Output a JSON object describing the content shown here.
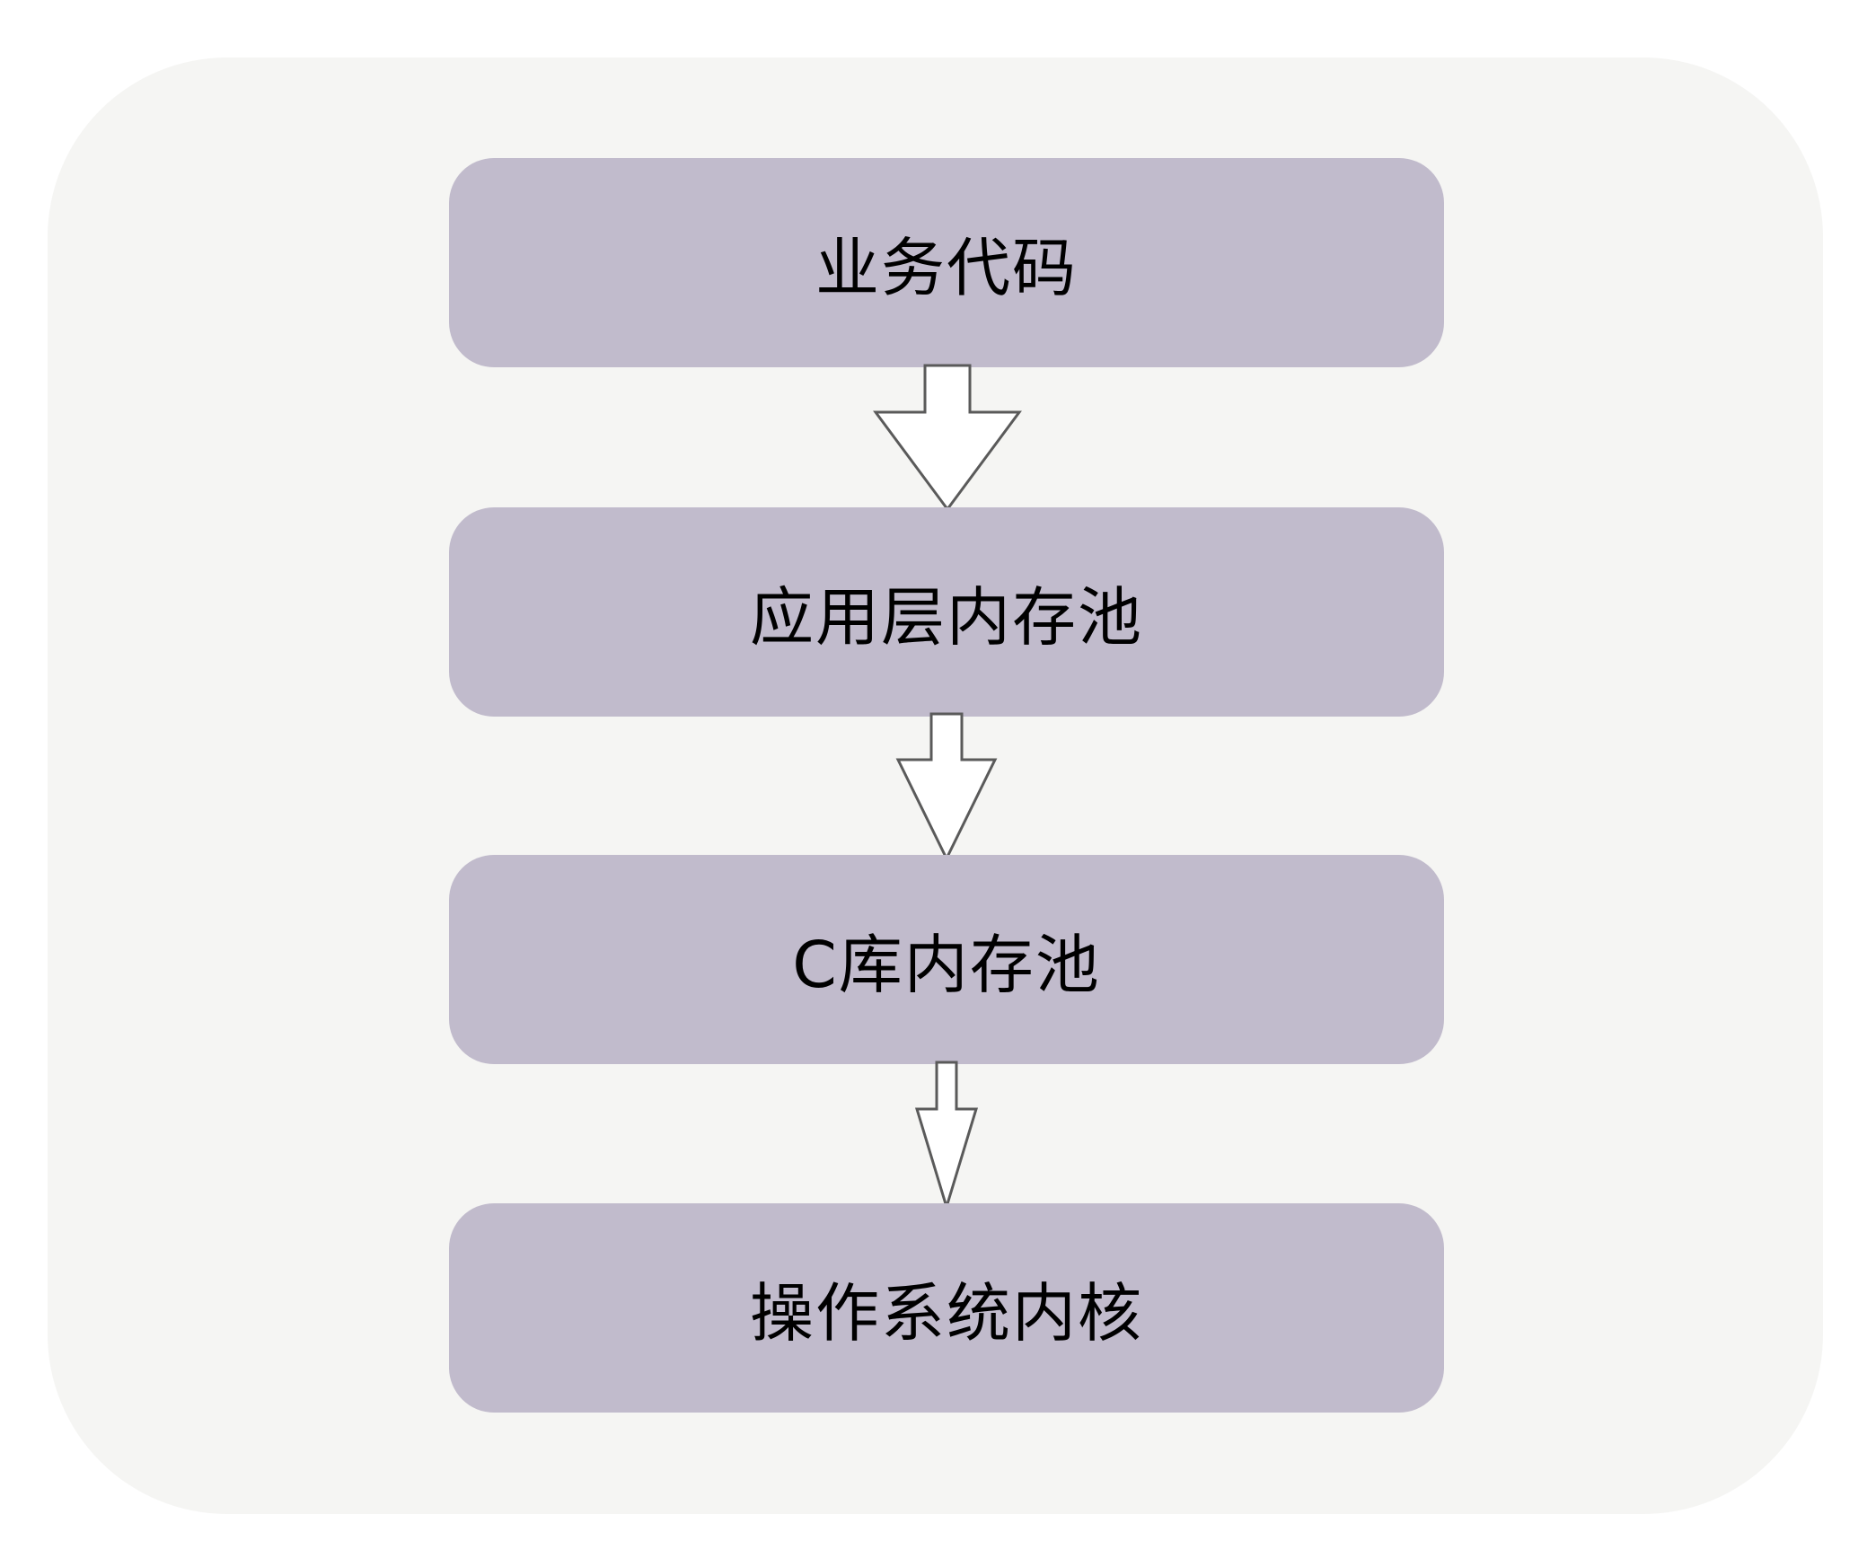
{
  "colors": {
    "page_background": "#ffffff",
    "panel_background": "#f5f5f3",
    "box_fill": "#c1bbcc",
    "arrow_fill": "#ffffff",
    "arrow_stroke": "#5a5a5a",
    "text": "#000000"
  },
  "layers": [
    {
      "label": "业务代码"
    },
    {
      "label": "应用层内存池"
    },
    {
      "label": "C库内存池"
    },
    {
      "label": "操作系统内核"
    }
  ],
  "arrows": [
    {
      "from": "业务代码",
      "to": "应用层内存池",
      "icon": "down-arrow-icon"
    },
    {
      "from": "应用层内存池",
      "to": "C库内存池",
      "icon": "down-arrow-icon"
    },
    {
      "from": "C库内存池",
      "to": "操作系统内核",
      "icon": "down-arrow-icon"
    }
  ]
}
